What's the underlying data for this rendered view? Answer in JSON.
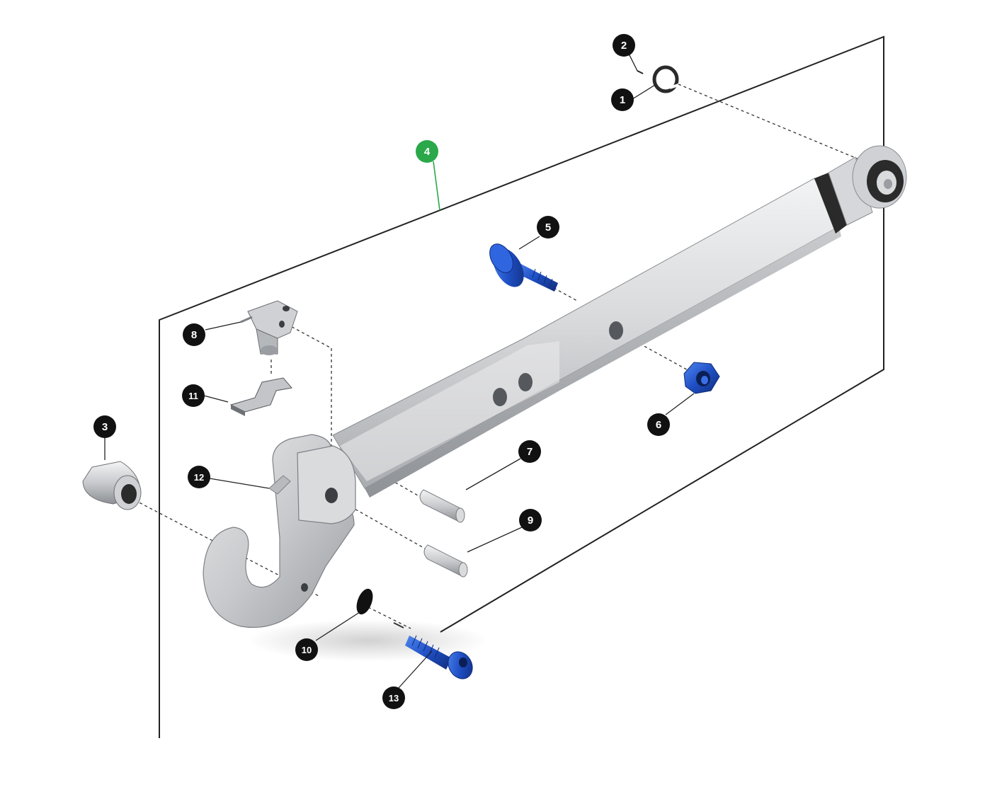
{
  "diagram": {
    "callouts": [
      {
        "id": "c1",
        "label": "1"
      },
      {
        "id": "c2",
        "label": "2"
      },
      {
        "id": "c3",
        "label": "3"
      },
      {
        "id": "c4",
        "label": "4"
      },
      {
        "id": "c5",
        "label": "5"
      },
      {
        "id": "c6",
        "label": "6"
      },
      {
        "id": "c7",
        "label": "7"
      },
      {
        "id": "c8",
        "label": "8"
      },
      {
        "id": "c9",
        "label": "9"
      },
      {
        "id": "c10",
        "label": "10"
      },
      {
        "id": "c11",
        "label": "11"
      },
      {
        "id": "c12",
        "label": "12"
      },
      {
        "id": "c13",
        "label": "13"
      }
    ],
    "colors": {
      "callout_fill": "#111111",
      "callout_assembly_fill": "#2aa84a",
      "hardware_blue": "#1f4fc4",
      "steel_light": "#e6e7e9",
      "steel_mid": "#c3c5c8",
      "steel_dark": "#8d9094",
      "line": "#222222"
    },
    "icons": [
      "snap-ring-icon",
      "washer-icon",
      "bushing-icon",
      "lower-link-arm-icon",
      "flange-bolt-icon",
      "lock-nut-icon",
      "pin-icon",
      "latch-bracket-icon",
      "spring-clip-icon",
      "hook-icon",
      "cap-screw-icon",
      "disc-icon"
    ]
  }
}
